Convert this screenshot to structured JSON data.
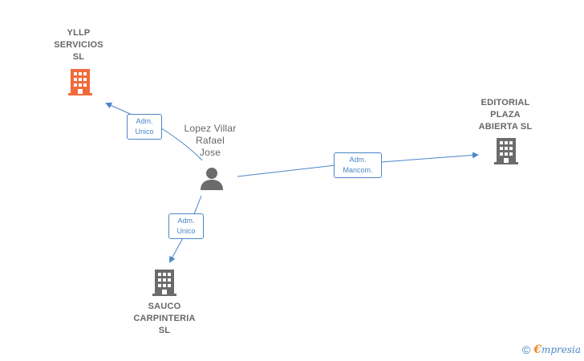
{
  "nodes": {
    "yllp": {
      "label": "YLLP\nSERVICIOS\nSL",
      "color": "#f26a3a",
      "icon": "building-icon"
    },
    "editorial": {
      "label": "EDITORIAL\nPLAZA\nABIERTA  SL",
      "color": "#6b6b6b",
      "icon": "building-icon"
    },
    "sauco": {
      "label": "SAUCO\nCARPINTERIA\nSL",
      "color": "#6b6b6b",
      "icon": "building-icon"
    },
    "person": {
      "label": "Lopez Villar\nRafael\nJose",
      "color": "#6b6b6b",
      "icon": "person-icon"
    }
  },
  "edges": {
    "to_yllp": {
      "line1": "Adm.",
      "line2": "Unico"
    },
    "to_editorial": {
      "line1": "Adm.",
      "line2": "Mancom."
    },
    "to_sauco": {
      "line1": "Adm.",
      "line2": "Unico"
    }
  },
  "colors": {
    "edge": "#4a86c8",
    "highlight": "#f26a3a",
    "building": "#6b6b6b"
  },
  "footer": {
    "copyright": "©",
    "brand_initial": "€",
    "brand_rest": "mpresia"
  }
}
